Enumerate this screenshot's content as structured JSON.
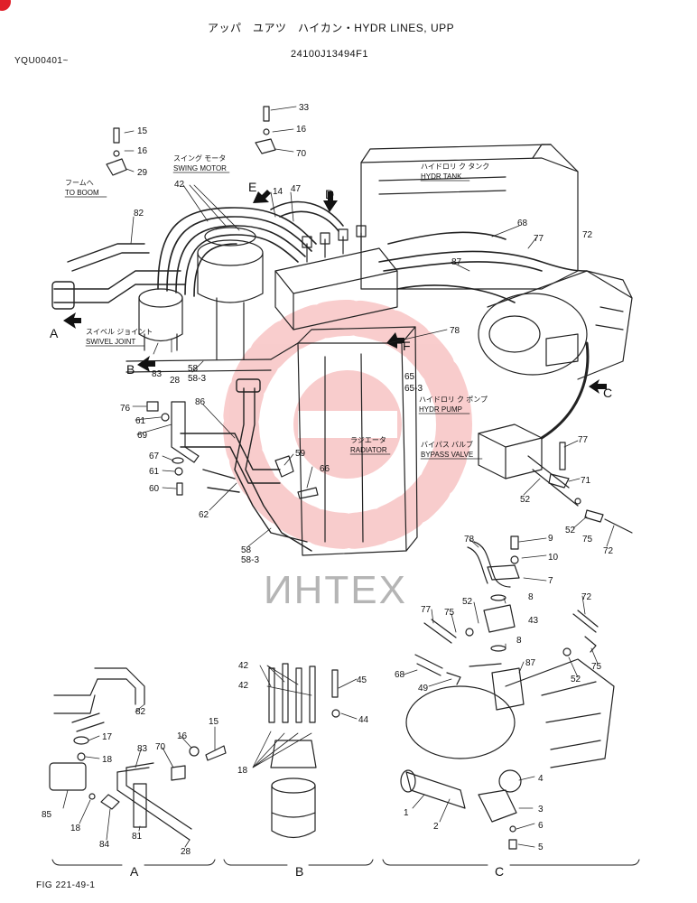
{
  "header": {
    "title": "アッパ　ユアツ　ハイカン・HYDR LINES, UPP",
    "serial": "YQU00401~",
    "part_number": "24100J13494F1"
  },
  "footer": {
    "figure": "FIG 221-49-1",
    "sections": [
      "A",
      "B",
      "C"
    ]
  },
  "watermark": {
    "text": "ИНТЕХ",
    "color": "#e84a4a"
  },
  "accent": {
    "red": "#e0202a"
  },
  "labels": {
    "to_boom_jp": "フームへ",
    "to_boom": "TO BOOM",
    "swing_motor_jp": "スイング モータ",
    "swing_motor": "SWING MOTOR",
    "hydr_tank_jp": "ハイドロリ ク タンク",
    "hydr_tank": "HYDR TANK",
    "swivel_joint_jp": "スイベル ジョイント",
    "swivel_joint": "SWIVEL JOINT",
    "hydr_pump_jp": "ハイドロリ ク ポンプ",
    "hydr_pump": "HYDR PUMP",
    "radiator_jp": "ラジエータ",
    "radiator": "RADIATOR",
    "bypass_valve_jp": "バイパス バルブ",
    "bypass_valve": "BYPASS VALVE"
  },
  "callouts": {
    "A": "A",
    "B": "B",
    "C": "C",
    "D": "D",
    "E": "E",
    "F": "F"
  },
  "parts": {
    "p15": "15",
    "p16": "16",
    "p29": "29",
    "p33": "33",
    "p70": "70",
    "p42": "42",
    "p14": "14",
    "p47": "47",
    "p82": "82",
    "p68": "68",
    "p77": "77",
    "p72": "72",
    "p87": "87",
    "p78": "78",
    "p65": "65",
    "p65_3": "65-3",
    "p83": "83",
    "p28": "28",
    "p58": "58",
    "p58_3": "58-3",
    "p76": "76",
    "p61": "61",
    "p69": "69",
    "p86": "86",
    "p59": "59",
    "p67": "67",
    "p66": "66",
    "p60": "60",
    "p62": "62",
    "p71": "71",
    "p52": "52",
    "p75": "75",
    "p9": "9",
    "p10": "10",
    "p7": "7",
    "p8": "8",
    "p43": "43",
    "p49": "49",
    "p45": "45",
    "p44": "44",
    "p17": "17",
    "p18": "18",
    "p85": "85",
    "p84": "84",
    "p81": "81",
    "p1": "1",
    "p2": "2",
    "p3": "3",
    "p4": "4",
    "p5": "5",
    "p6": "6"
  }
}
